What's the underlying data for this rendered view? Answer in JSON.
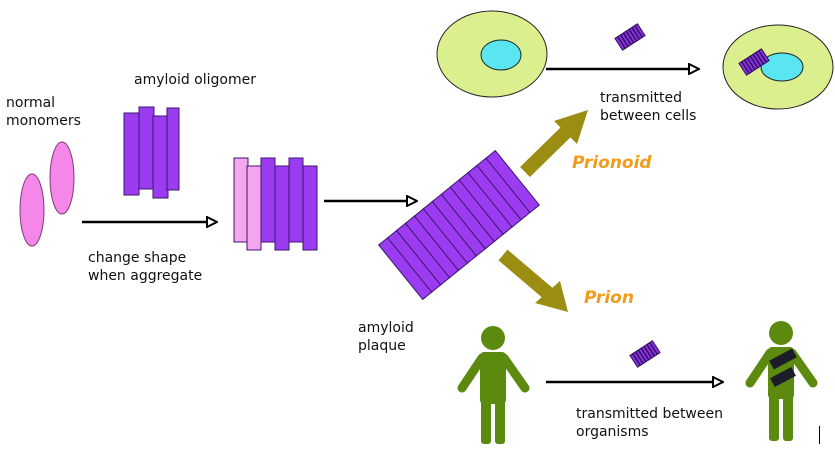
{
  "labels": {
    "normal_monomers": [
      "normal",
      "monomers"
    ],
    "amyloid_oligomer": "amyloid oligomer",
    "change_shape": [
      "change shape",
      "when aggregate"
    ],
    "amyloid_plaque": [
      "amyloid",
      "plaque"
    ],
    "transmitted_cells": [
      "transmitted",
      "between cells"
    ],
    "transmitted_organisms": [
      "transmitted between",
      "organisms"
    ]
  },
  "highlights": {
    "prionoid": "Prionoid",
    "prion": "Prion"
  },
  "colors": {
    "monomer_pink": "#f587e8",
    "amyloid_purple": "#9b3cf0",
    "light_pink": "#f4a6ef",
    "cell_body": "#dcef8e",
    "nucleus": "#59e6f0",
    "person_green": "#5b8a0f",
    "olive_arrow": "#9a8d12",
    "highlight_orange": "#f29b1d"
  }
}
